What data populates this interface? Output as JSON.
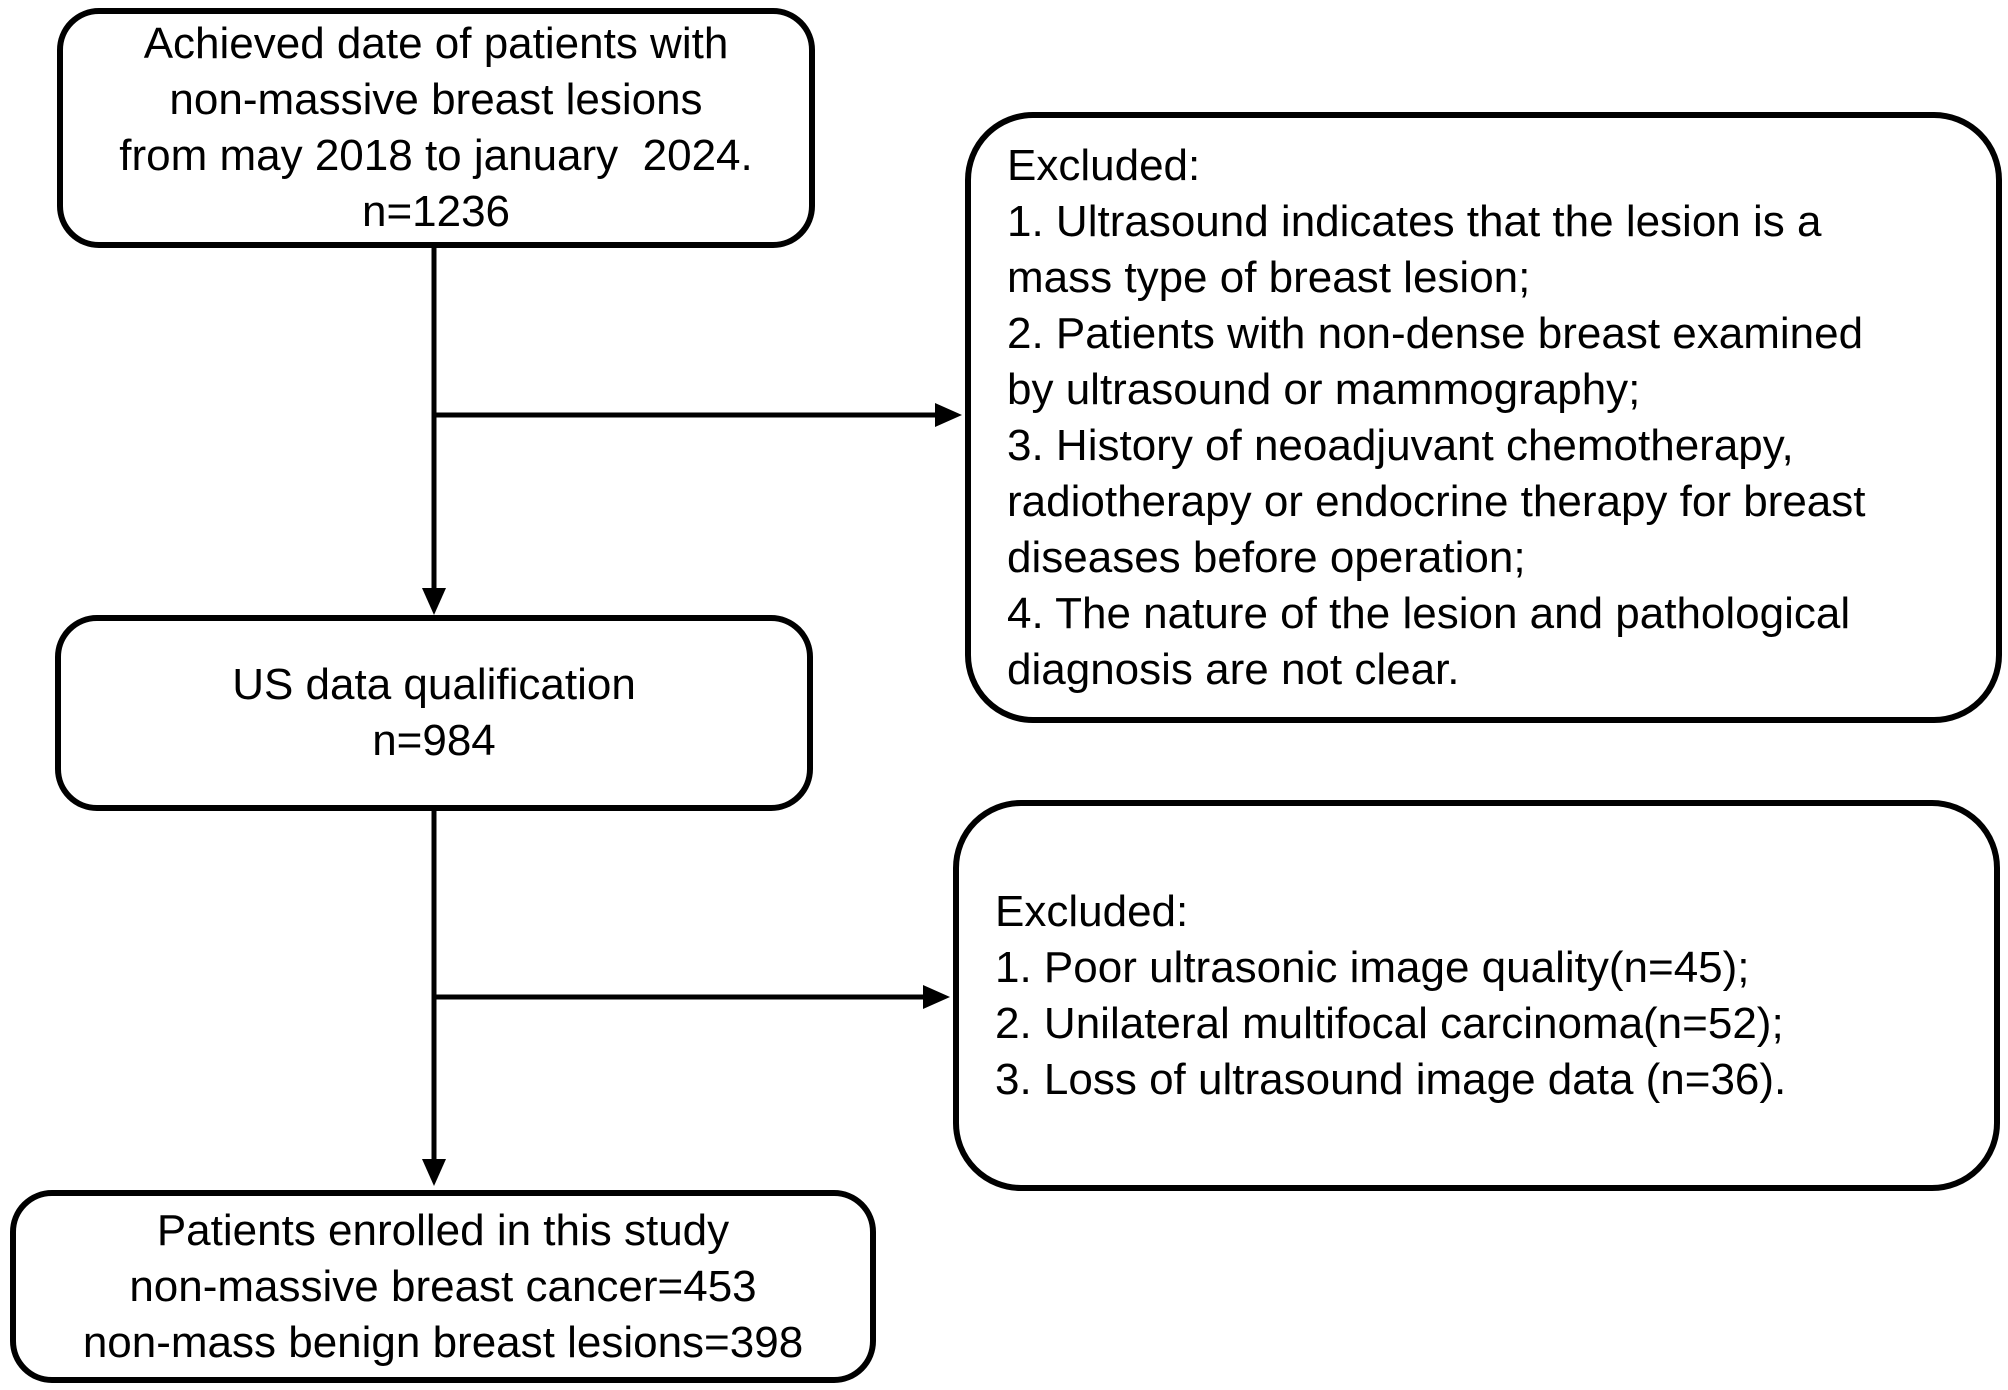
{
  "flowchart": {
    "description": "Patient enrollment flow diagram for non-massive breast lesion study",
    "colors": {
      "background": "#ffffff",
      "line": "#000000",
      "box_border": "#000000",
      "text": "#000000"
    },
    "nodes": {
      "archive": {
        "lines": [
          "Achieved date of patients with",
          "non-massive breast lesions",
          "from may 2018 to january  2024.",
          "n=1236"
        ]
      },
      "excluded1": {
        "lines": [
          "Excluded:",
          "1. Ultrasound indicates that the lesion is a",
          "mass type of breast lesion;",
          "2. Patients with non-dense breast examined",
          "by ultrasound or mammography;",
          "3. History of neoadjuvant chemotherapy,",
          "radiotherapy or endocrine therapy for breast",
          "diseases before operation;",
          "4. The nature of the lesion and pathological",
          "diagnosis are not clear."
        ]
      },
      "qualification": {
        "lines": [
          "US data qualification",
          "n=984"
        ]
      },
      "excluded2": {
        "lines": [
          "Excluded:",
          "1. Poor ultrasonic image quality(n=45);",
          "2. Unilateral multifocal carcinoma(n=52);",
          "3. Loss of ultrasound image data (n=36)."
        ]
      },
      "enrolled": {
        "lines": [
          "Patients enrolled in this study",
          "non-massive breast cancer=453",
          "non-mass benign breast lesions=398"
        ]
      }
    },
    "edges": [
      {
        "from": "archive",
        "to": "qualification",
        "type": "arrow-down"
      },
      {
        "from": "archive-qualification-trunk",
        "to": "excluded1",
        "type": "arrow-right"
      },
      {
        "from": "qualification",
        "to": "enrolled",
        "type": "arrow-down"
      },
      {
        "from": "qualification-enrolled-trunk",
        "to": "excluded2",
        "type": "arrow-right"
      }
    ]
  }
}
